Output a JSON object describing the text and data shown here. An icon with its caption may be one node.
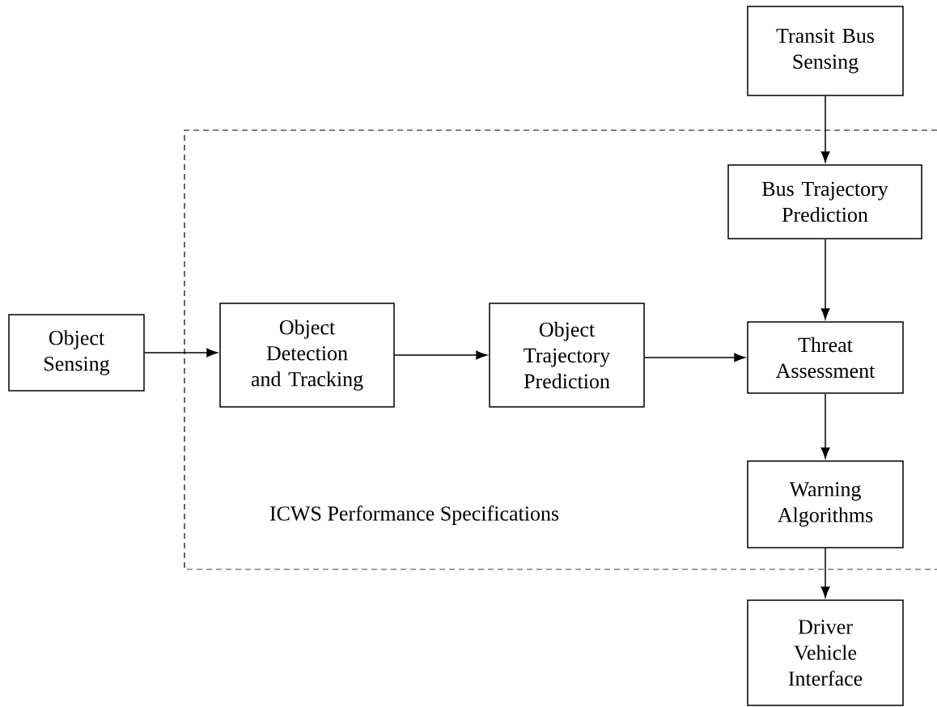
{
  "diagram": {
    "nodes": [
      {
        "text": [
          "Transit Bus Sensing"
        ]
      },
      {
        "text": [
          "ICWS Performance Specifications"
        ]
      },
      {
        "text": [
          "Bus Trajectory Prediction"
        ],
        "in": 1
      },
      {
        "text": [
          "Object Sensing"
        ]
      },
      {
        "text": [
          "Object Detection and Tracking"
        ],
        "in": 1
      },
      {
        "text": [
          "Object Trajectory Prediction"
        ],
        "in": 1
      },
      {
        "text": [
          "Threat Assessment"
        ],
        "in": 1
      },
      {
        "text": [
          "Warning Algorithms"
        ],
        "in": 1
      },
      {
        "text": [
          "Driver Vehicle Interface"
        ]
      }
    ],
    "edges": [
      {
        "from": 0,
        "to": 2,
        "arrow": "to"
      },
      {
        "from": 2,
        "to": 6,
        "arrow": "to"
      },
      {
        "from": 3,
        "to": 4,
        "arrow": "to"
      },
      {
        "from": 4,
        "to": 5,
        "arrow": "to"
      },
      {
        "from": 5,
        "to": 6,
        "arrow": "to"
      },
      {
        "from": 6,
        "to": 7,
        "arrow": "to"
      },
      {
        "from": 7,
        "to": 8,
        "arrow": "to"
      }
    ]
  }
}
